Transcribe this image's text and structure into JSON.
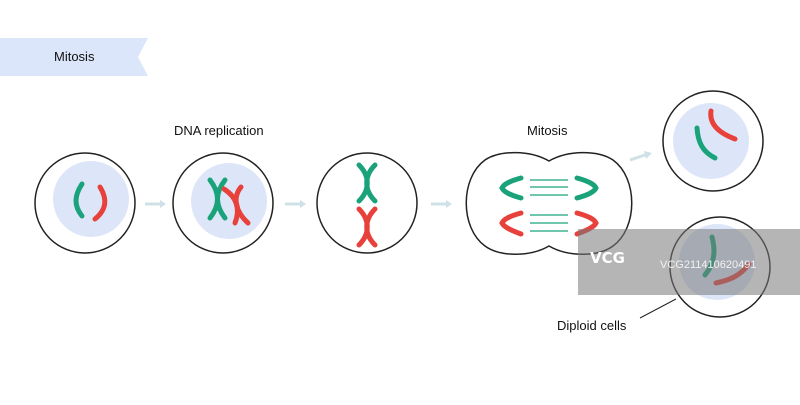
{
  "title": "Mitosis",
  "labels": {
    "dna_replication": "DNA replication",
    "mitosis": "Mitosis",
    "diploid_cells": "Diploid cells"
  },
  "watermark": {
    "logo": "VCG",
    "id": "VCG211410620491"
  },
  "colors": {
    "banner": "#dbe6fb",
    "nucleus": "#dde6f8",
    "green_chromosome": "#1aa37a",
    "red_chromosome": "#e8413c",
    "arrow": "#cfe0e6",
    "outline": "#222222"
  }
}
